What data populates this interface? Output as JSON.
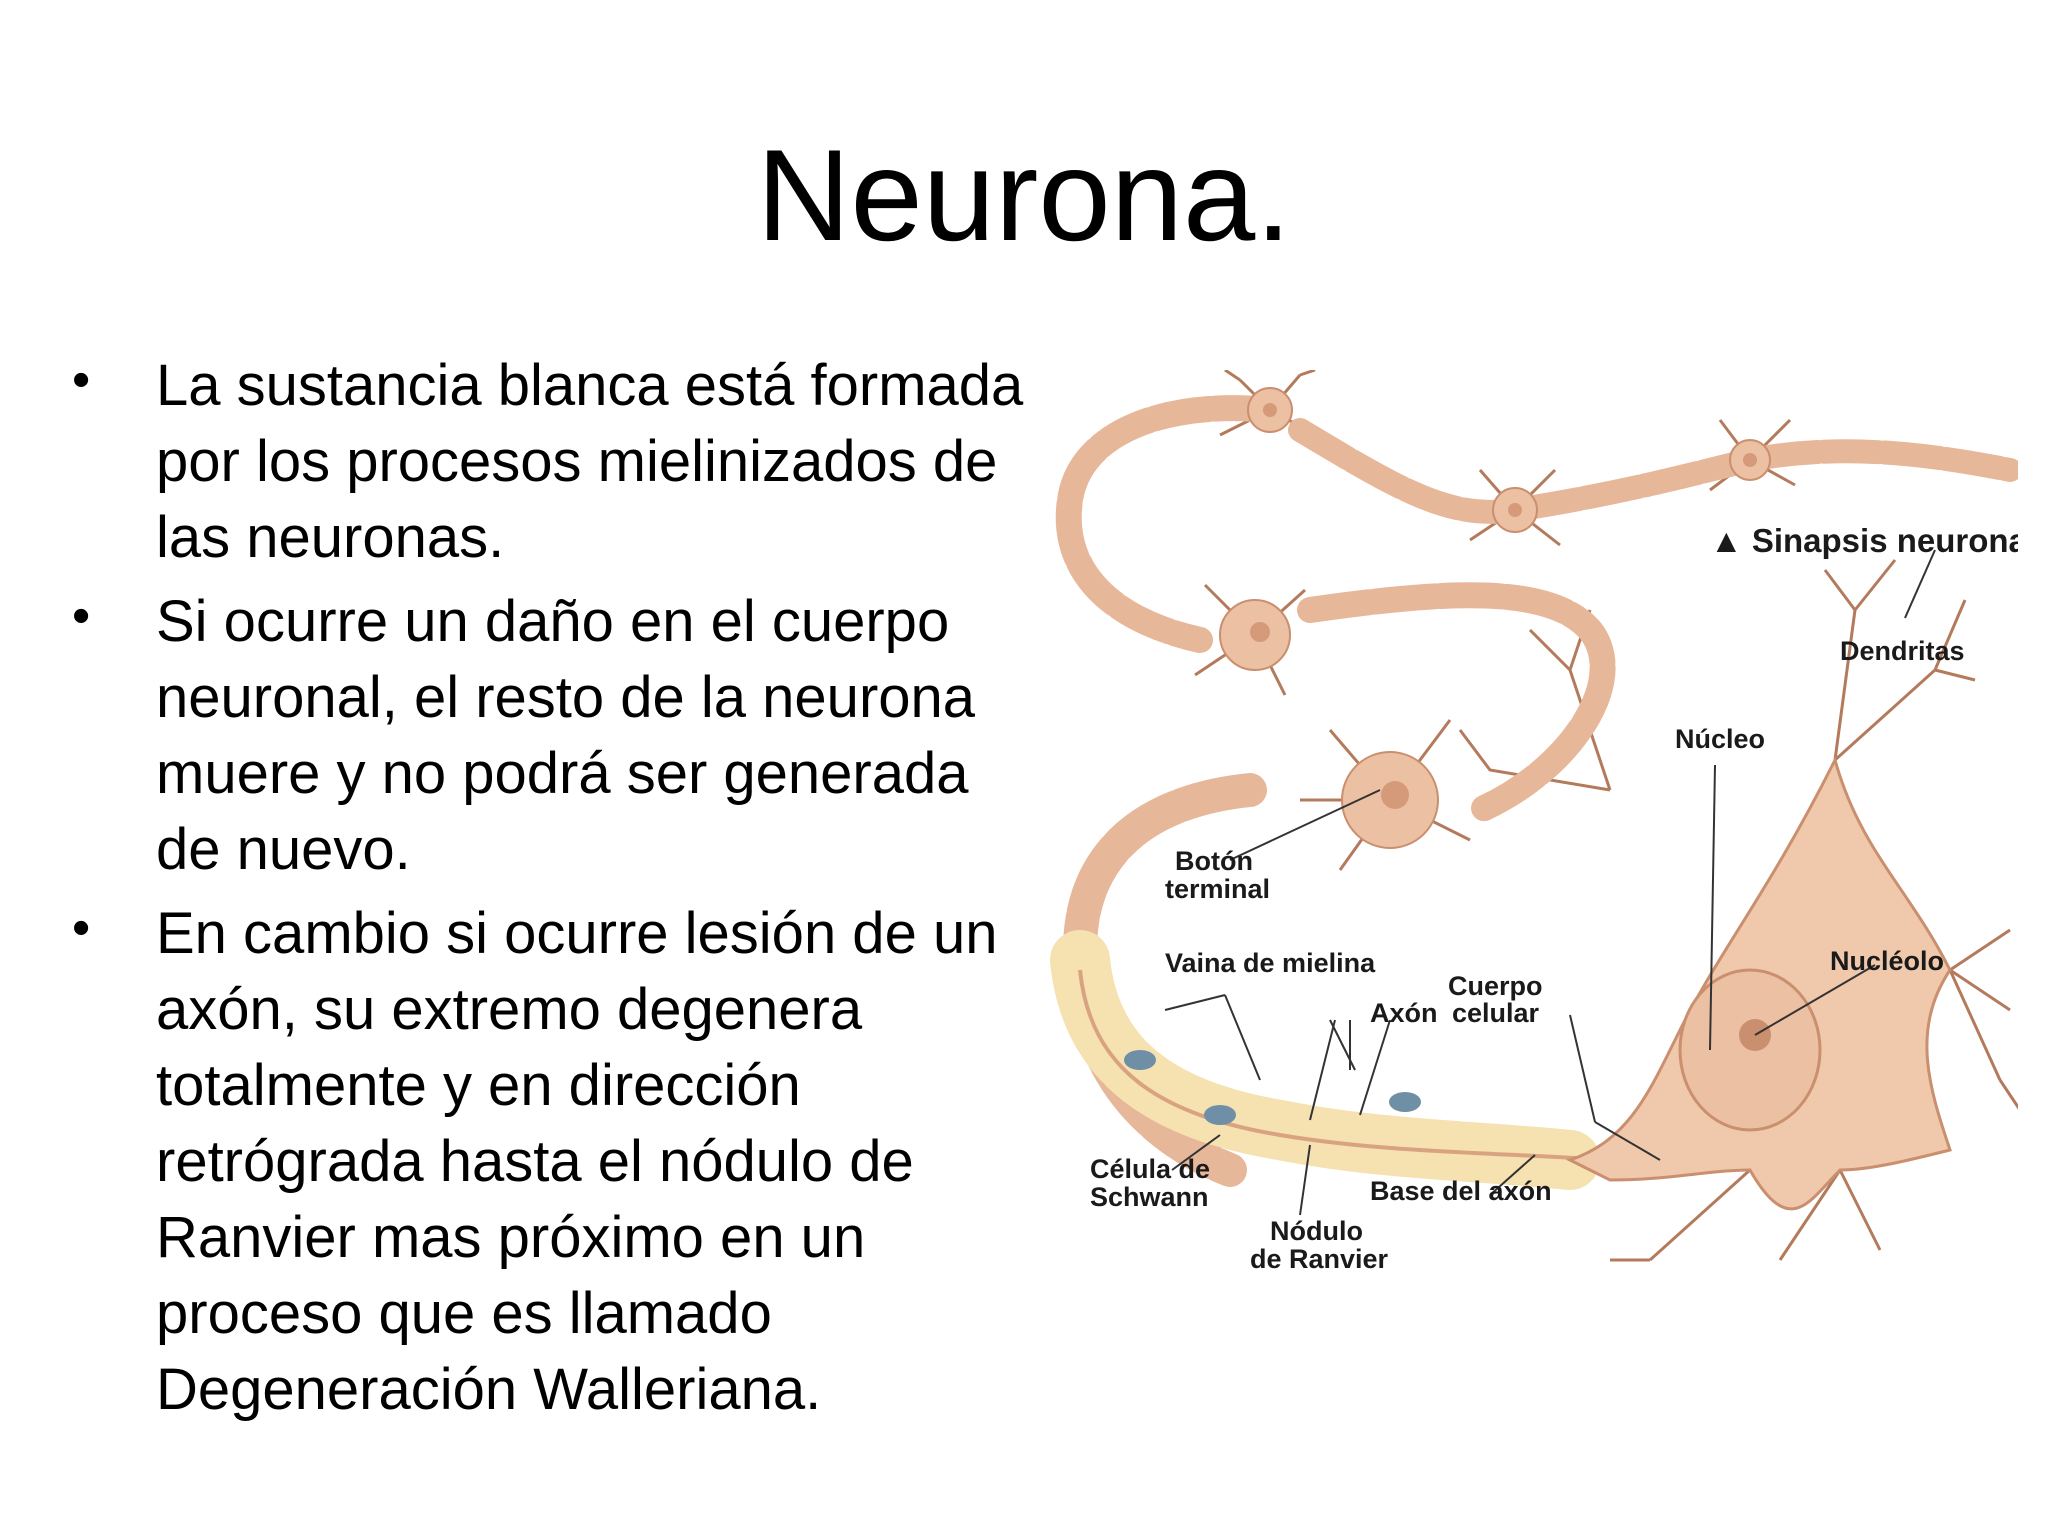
{
  "slide": {
    "title": "Neurona.",
    "bullets": [
      "La sustancia blanca está formada por los procesos mielinizados de las neuronas.",
      "Si ocurre un daño  en el cuerpo neuronal, el resto de la neurona muere y no podrá ser generada de nuevo.",
      "En cambio si ocurre lesión de un axón, su extremo degenera totalmente y en dirección retrógrada hasta el nódulo de Ranvier mas próximo en un proceso que es llamado Degeneración Walleriana."
    ]
  },
  "figure": {
    "labels": {
      "synapse": "▲ Sinapsis neuronal",
      "dendrites": "Dendritas",
      "nucleus": "Núcleo",
      "terminal_1": "Botón",
      "terminal_2": "terminal",
      "myelin": "Vaina de mielina",
      "axon": "Axón",
      "body_1": "Cuerpo",
      "body_2": "celular",
      "nucleolus": "Nucléolo",
      "schwann_1": "Célula de",
      "schwann_2": "Schwann",
      "axon_base": "Base del axón",
      "node_1": "Nódulo",
      "node_2": "de Ranvier"
    },
    "colors": {
      "cell": "#f0c9ad",
      "cell_dark": "#d9a382",
      "myelin": "#f5e2b0",
      "schwann_nucleus": "#6f8fa6",
      "line": "#333333"
    }
  }
}
